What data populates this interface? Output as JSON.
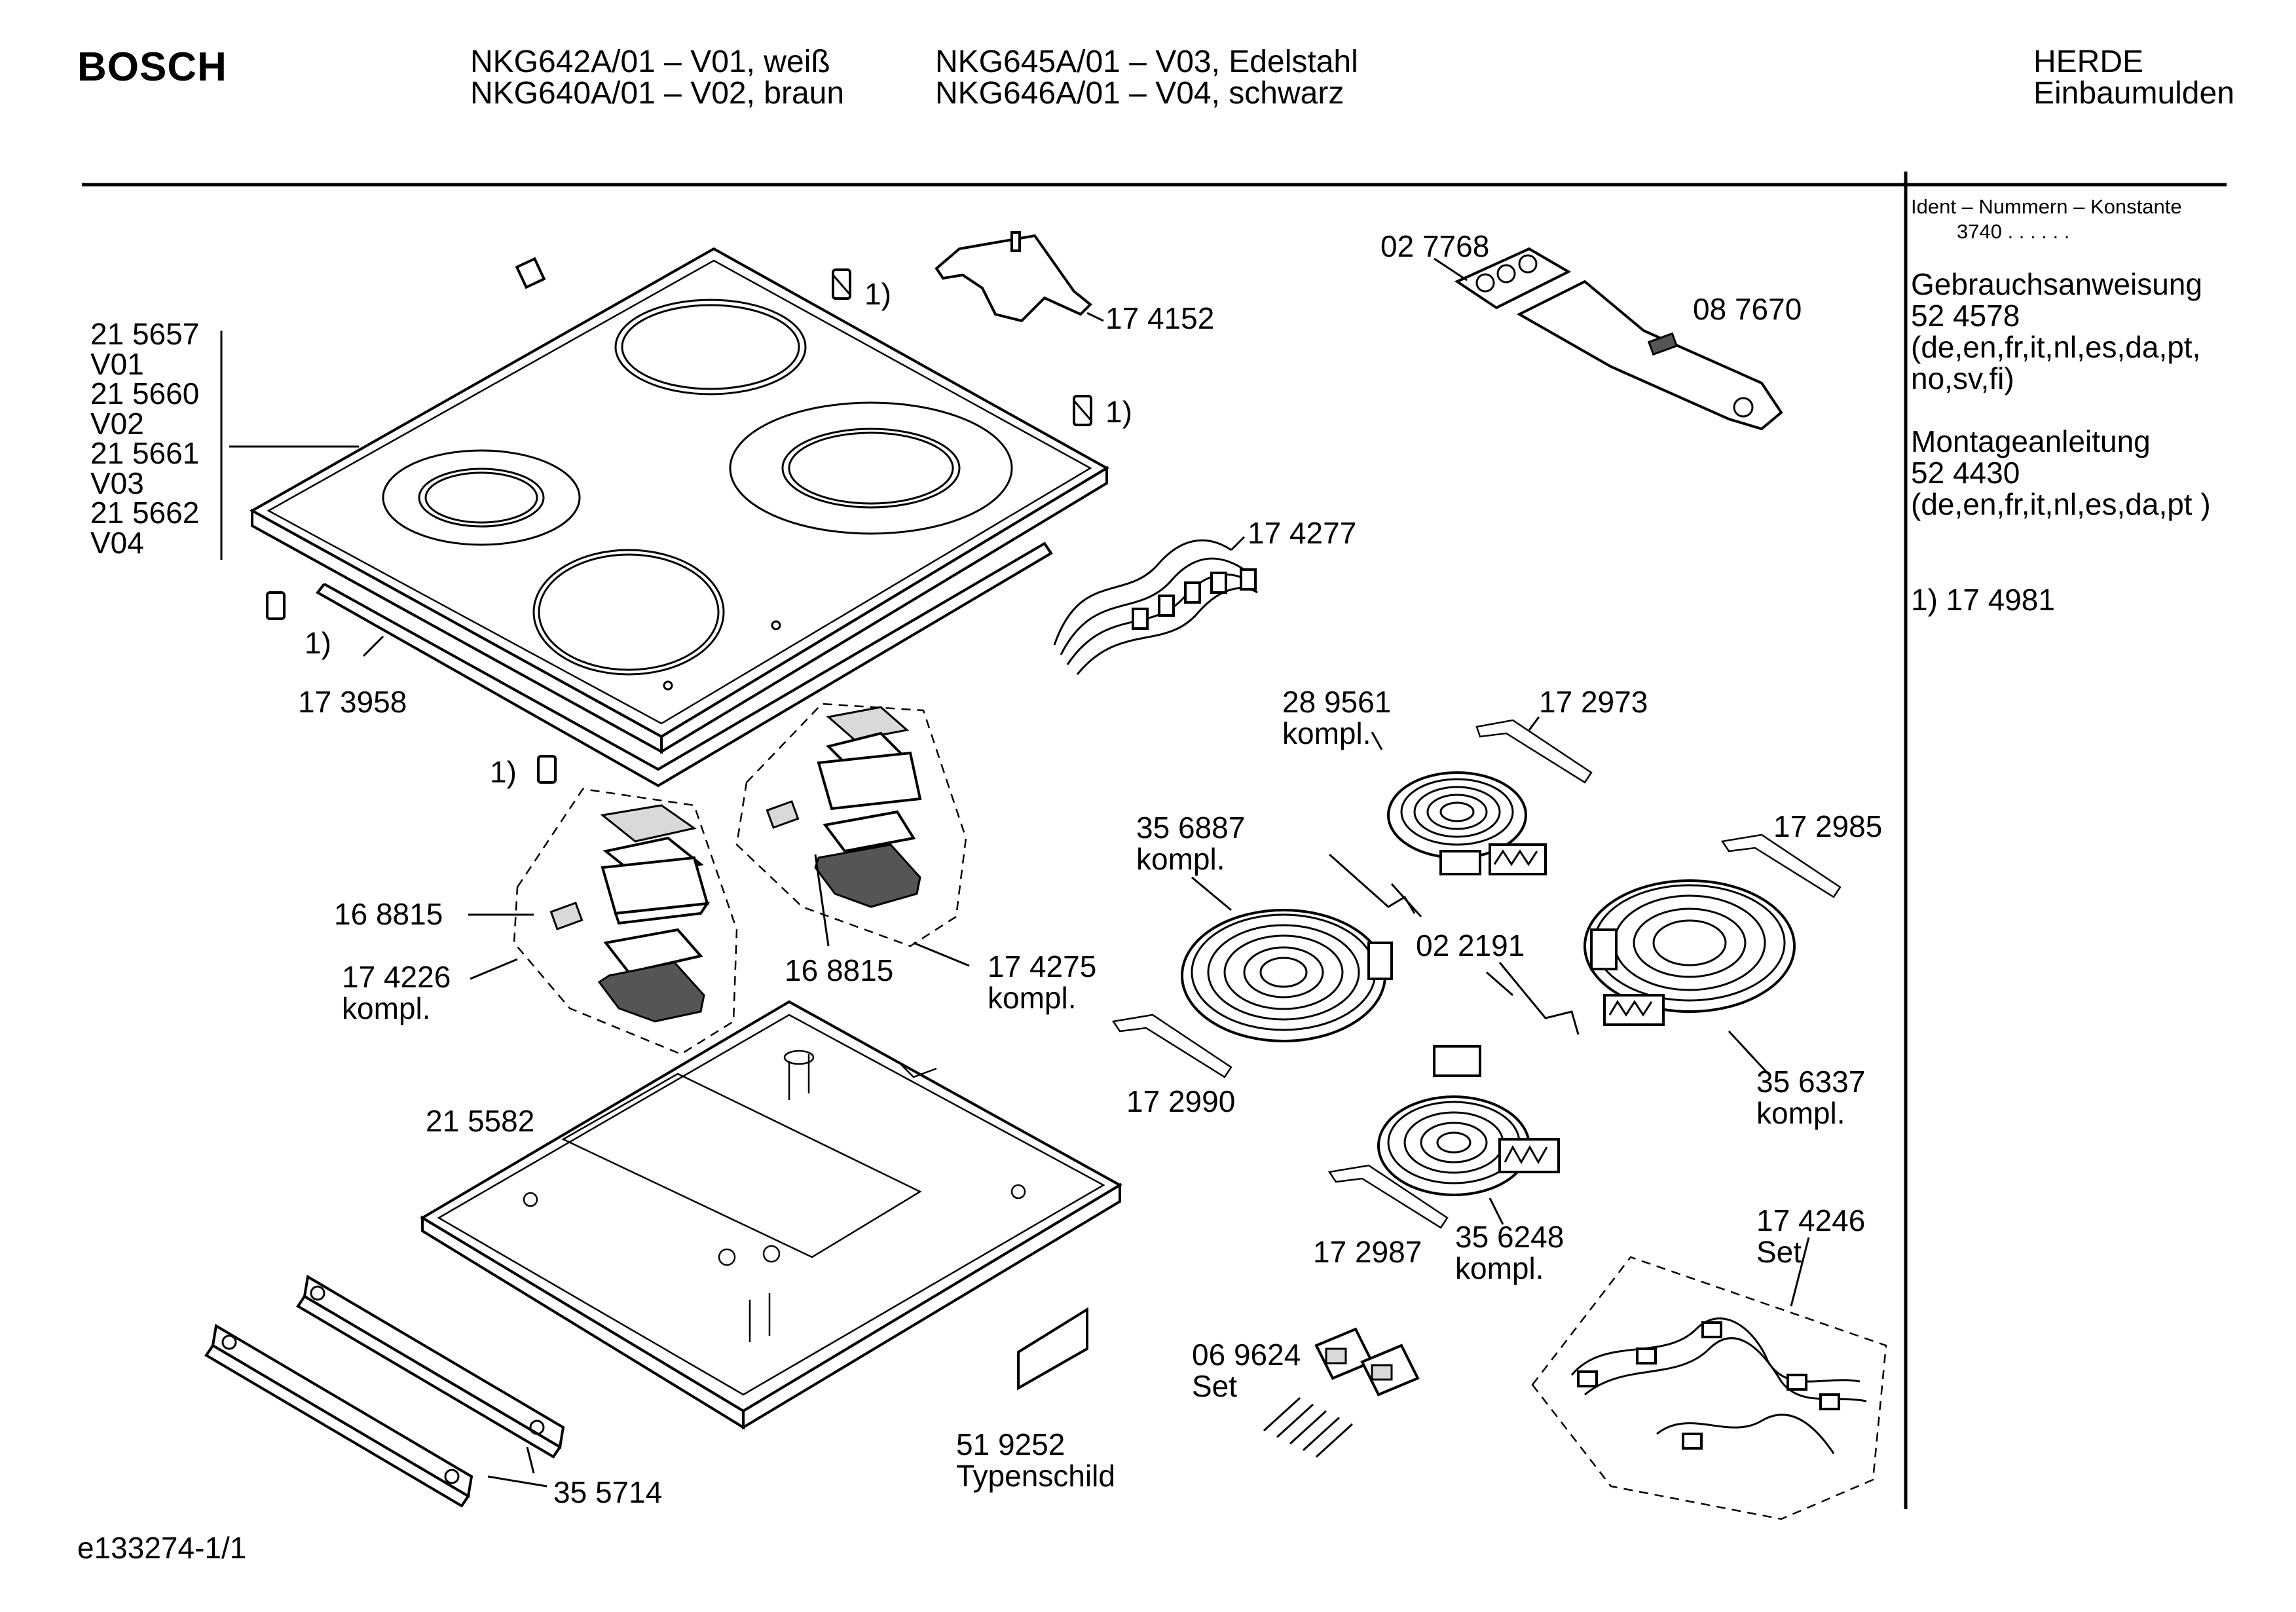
{
  "header": {
    "brand": "BOSCH",
    "models": [
      "NKG642A/01 – V01, weiß",
      "NKG640A/01 – V02, braun",
      "NKG645A/01 – V03, Edelstahl",
      "NKG646A/01 – V04, schwarz"
    ],
    "category_line1": "HERDE",
    "category_line2": "Einbaumulden"
  },
  "sidebar": {
    "ident_heading": "Ident – Nummern – Konstante",
    "ident_value": "3740  .  .  .  .  .  .",
    "gebrauch_title": "Gebrauchsanweisung",
    "gebrauch_number": "52 4578",
    "gebrauch_langs_1": "(de,en,fr,it,nl,es,da,pt,",
    "gebrauch_langs_2": "no,sv,fi)",
    "montage_title": "Montageanleitung",
    "montage_number": "52 4430",
    "montage_langs": "(de,en,fr,it,nl,es,da,pt )",
    "footnote": "1) 17 4981"
  },
  "footer": {
    "drawing_id": "e133274-1/1"
  },
  "parts": {
    "glass_top_variants": [
      "21 5657",
      "V01",
      "21 5660",
      "V02",
      "21 5661",
      "V03",
      "21 5662",
      "V04"
    ],
    "p174152": "17 4152",
    "p027768": "02 7768",
    "p087670": "08 7670",
    "p174277": "17 4277",
    "p173958": "17 3958",
    "p168815_left": "16 8815",
    "p174226": "17 4226",
    "p174226_sub": "kompl.",
    "p168815_mid": "16 8815",
    "p174275": "17 4275",
    "p174275_sub": "kompl.",
    "p289561": "28 9561",
    "p289561_sub": "kompl.",
    "p172973": "17 2973",
    "p356887": "35 6887",
    "p356887_sub": "kompl.",
    "p172985": "17 2985",
    "p022191": "02 2191",
    "p172990": "17 2990",
    "p356337": "35 6337",
    "p356337_sub": "kompl.",
    "p215582": "21 5582",
    "p172987": "17 2987",
    "p356248": "35 6248",
    "p356248_sub": "kompl.",
    "p174246": "17 4246",
    "p174246_sub": "Set",
    "p069624": "06 9624",
    "p069624_sub": "Set",
    "p519252": "51 9252",
    "p519252_sub": "Typenschild",
    "p355714": "35 5714",
    "footnote_marker": "1)"
  }
}
